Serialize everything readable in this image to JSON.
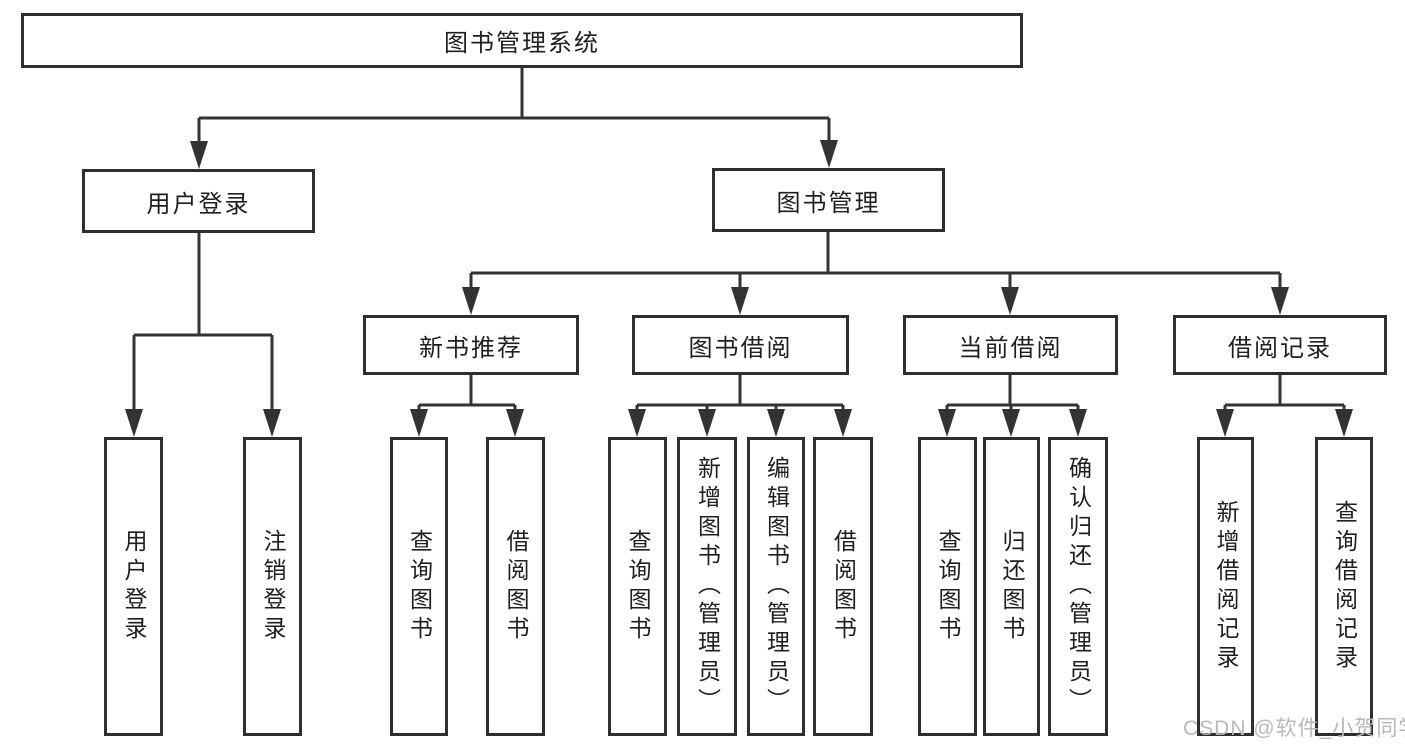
{
  "diagram_title": "图书管理系统",
  "tree": {
    "label": "图书管理系统",
    "children": [
      {
        "label": "用户登录",
        "children": [
          {
            "label": "用户登录"
          },
          {
            "label": "注销登录"
          }
        ]
      },
      {
        "label": "图书管理",
        "children": [
          {
            "label": "新书推荐",
            "children": [
              {
                "label": "查询图书"
              },
              {
                "label": "借阅图书"
              }
            ]
          },
          {
            "label": "图书借阅",
            "children": [
              {
                "label": "查询图书"
              },
              {
                "label": "新增图书（管理员）"
              },
              {
                "label": "编辑图书（管理员）"
              },
              {
                "label": "借阅图书"
              }
            ]
          },
          {
            "label": "当前借阅",
            "children": [
              {
                "label": "查询图书"
              },
              {
                "label": "归还图书"
              },
              {
                "label": "确认归还（管理员）"
              }
            ]
          },
          {
            "label": "借阅记录",
            "children": [
              {
                "label": "新增借阅记录"
              },
              {
                "label": "查询借阅记录"
              }
            ]
          }
        ]
      }
    ]
  },
  "watermark": {
    "text": "CSDN @软件_小贺同学"
  },
  "colors": {
    "background": "#ffffff",
    "line": "#333333",
    "box_border": "#2e2e2e",
    "text": "#1f1f1f",
    "watermark": "#b9b9b9"
  }
}
